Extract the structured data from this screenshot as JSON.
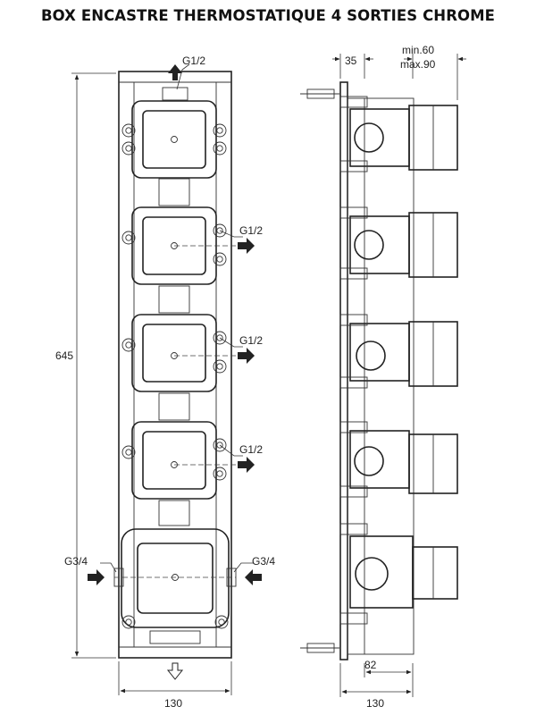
{
  "title": "BOX ENCASTRE THERMOSTATIQUE 4 SORTIES CHROME",
  "labels": {
    "top_outlet": "G1/2",
    "outlet_2": "G1/2",
    "outlet_3": "G1/2",
    "outlet_4": "G1/2",
    "inlet_left": "G3/4",
    "inlet_right": "G3/4"
  },
  "dimensions": {
    "height": "645",
    "front_width": "130",
    "side_width": "130",
    "side_depth": "82",
    "plate_offset": "35",
    "depth_min": "min.60",
    "depth_max": "max.90"
  }
}
